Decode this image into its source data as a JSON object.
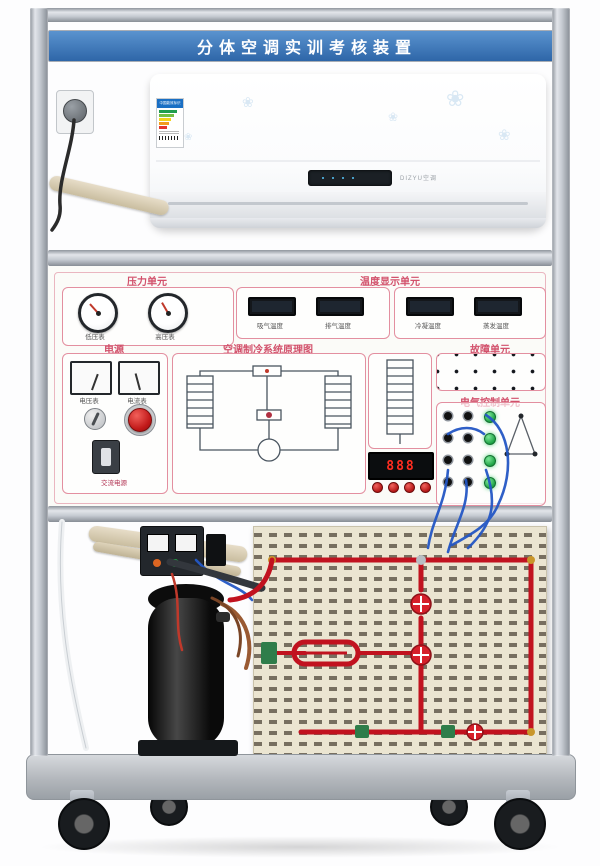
{
  "header": {
    "title": "分体空调实训考核装置"
  },
  "ac": {
    "brand": "DIZYU空调",
    "energy_label": "中国能效标识"
  },
  "panel": {
    "pressure": {
      "title": "压力单元",
      "gauges": [
        {
          "label": "低压表"
        },
        {
          "label": "高压表"
        }
      ]
    },
    "temperature": {
      "title": "温度显示单元",
      "displays": [
        {
          "label": "吸气温度"
        },
        {
          "label": "排气温度"
        },
        {
          "label": "冷凝温度"
        },
        {
          "label": "蒸发温度"
        }
      ]
    },
    "power": {
      "title": "电源",
      "meters": [
        {
          "label": "电压表"
        },
        {
          "label": "电流表"
        }
      ],
      "breaker_label": "交流电源"
    },
    "schematic": {
      "title": "空调制冷系统原理图"
    },
    "fault": {
      "title": "故障单元"
    },
    "electric": {
      "title": "电气控制单元",
      "display_value": "888"
    }
  }
}
